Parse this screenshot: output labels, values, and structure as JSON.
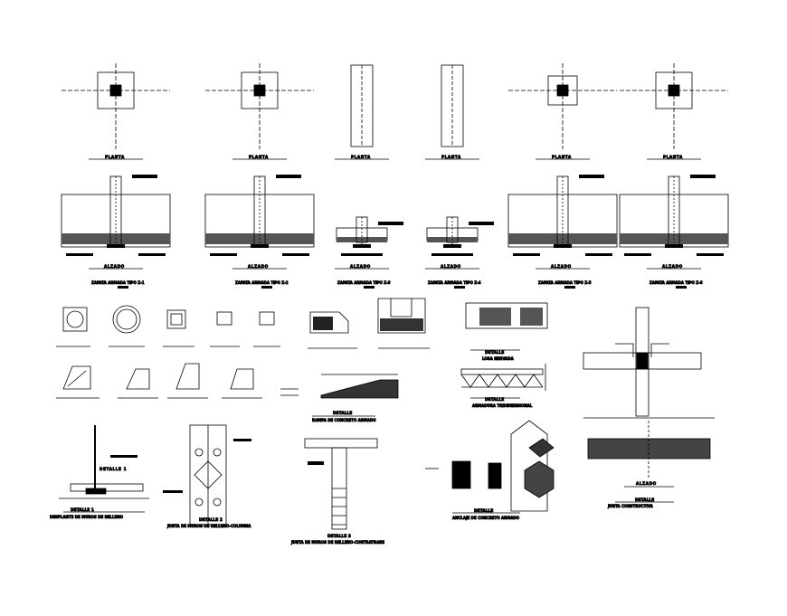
{
  "drawing": {
    "plan_label": "PLANTA",
    "elevation_label": "ALZADO",
    "footings": [
      {
        "plan": "PLANTA",
        "elevation": "ALZADO",
        "title": "ZAPATA ARMADA TIPO Z-1"
      },
      {
        "plan": "PLANTA",
        "elevation": "ALZADO",
        "title": "ZAPATA ARMADA TIPO Z-2"
      },
      {
        "plan": "PLANTA",
        "elevation": "ALZADO",
        "title": "ZAPATA ARMADA TIPO Z-3"
      },
      {
        "plan": "PLANTA",
        "elevation": "ALZADO",
        "title": "ZAPATA ARMADA TIPO Z-4"
      },
      {
        "plan": "PLANTA",
        "elevation": "ALZADO",
        "title": "ZAPATA ARMADA TIPO Z-5"
      },
      {
        "plan": "PLANTA",
        "elevation": "ALZADO",
        "title": "ZAPATA ARMADA TIPO Z-6"
      }
    ],
    "details": [
      {
        "title": "DETALLE 1",
        "subtitle": "DESPLANTE DE MUROS DE RELLENO"
      },
      {
        "title": "DETALLE 2",
        "subtitle": "JUNTA DE MUROS DE RELLENO-COLUMNA"
      },
      {
        "title": "DETALLE 3",
        "subtitle": "JUNTA DE MUROS DE RELLENO-CONTRATRABE"
      },
      {
        "title": "DETALLE",
        "subtitle": "RAMPA DE CONCRETO ARMADO"
      },
      {
        "title": "DETALLE",
        "subtitle": "LOSA NERVADA"
      },
      {
        "title": "DETALLE",
        "subtitle": "ARMADURA TRIDIMENSIONAL"
      },
      {
        "title": "DETALLE",
        "subtitle": "ANCLAJE DE CONCRETO ARMADO"
      },
      {
        "title": "DETALLE",
        "subtitle": "JUNTA CONSTRUCTIVA"
      }
    ],
    "joint_elevation_label": "ALZADO"
  }
}
